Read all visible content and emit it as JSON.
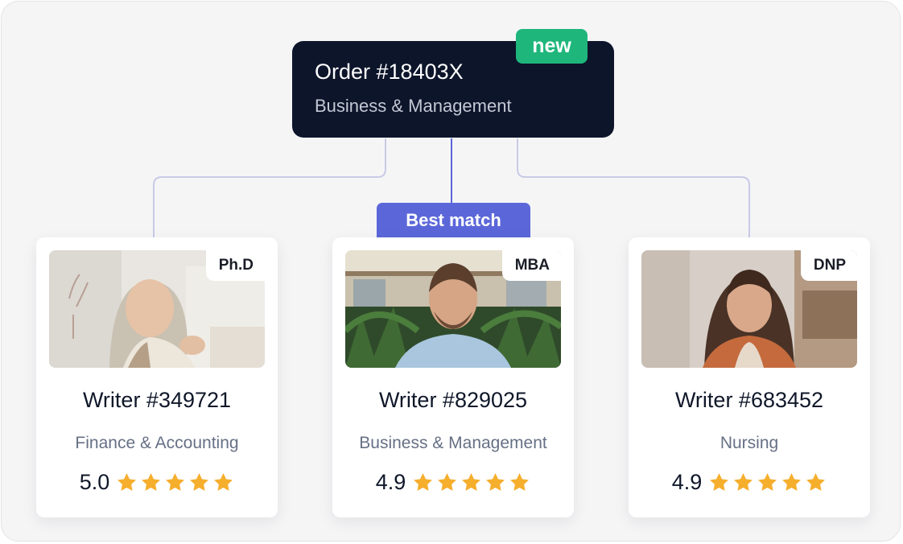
{
  "order": {
    "title": "Order #18403X",
    "subject": "Business & Management",
    "badge": "new"
  },
  "best_match_label": "Best match",
  "writers": [
    {
      "degree": "Ph.D",
      "name": "Writer #349721",
      "field": "Finance & Accounting",
      "rating": "5.0",
      "stars": 5
    },
    {
      "degree": "MBA",
      "name": "Writer #829025",
      "field": "Business & Management",
      "rating": "4.9",
      "stars": 5
    },
    {
      "degree": "DNP",
      "name": "Writer #683452",
      "field": "Nursing",
      "rating": "4.9",
      "stars": 5
    }
  ],
  "colors": {
    "order_bg": "#0d152b",
    "new_badge": "#1fb67c",
    "best_match": "#5b67d9",
    "star": "#f6ae2d",
    "connector": "#c9cbe6",
    "connector_active": "#5b67d9"
  },
  "icons": {
    "rating": "star-icon"
  }
}
